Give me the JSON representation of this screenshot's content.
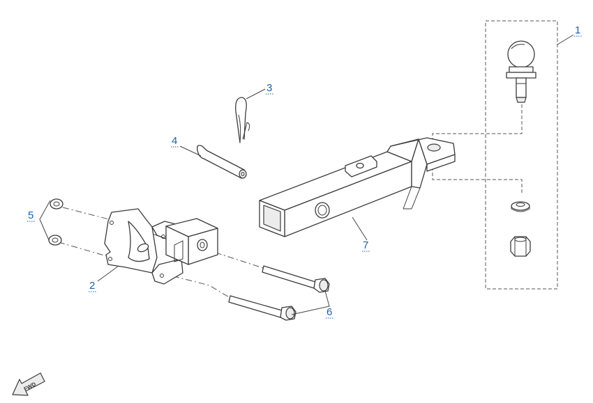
{
  "callouts": [
    {
      "id": "1",
      "label": "1"
    },
    {
      "id": "2",
      "label": "2"
    },
    {
      "id": "3",
      "label": "3"
    },
    {
      "id": "4",
      "label": "4"
    },
    {
      "id": "5",
      "label": "5"
    },
    {
      "id": "6",
      "label": "6"
    },
    {
      "id": "7",
      "label": "7"
    }
  ],
  "direction_indicator": {
    "label": "FWD",
    "icon": "fwd-arrow-icon"
  }
}
